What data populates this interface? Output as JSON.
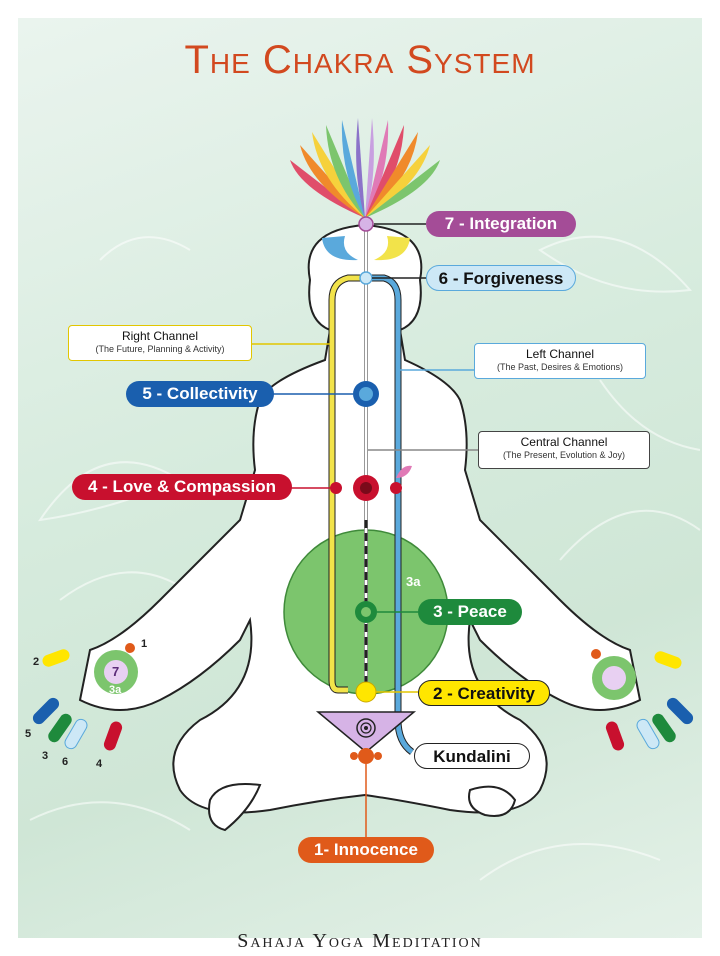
{
  "title": "The Chakra System",
  "footer": "Sahaja Yoga Meditation",
  "chakras": {
    "c7": "7 - Integration",
    "c6": "6 - Forgiveness",
    "c5": "5 - Collectivity",
    "c4": "4 - Love & Compassion",
    "c3": "3 - Peace",
    "c2": "2 - Creativity",
    "kundalini": "Kundalini",
    "c1": "1- Innocence"
  },
  "channels": {
    "right": {
      "name": "Right Channel",
      "desc": "(The Future, Planning & Activity)"
    },
    "left": {
      "name": "Left Channel",
      "desc": "(The Past, Desires & Emotions)"
    },
    "central": {
      "name": "Central Channel",
      "desc": "(The Present, Evolution & Joy)"
    }
  },
  "labels": {
    "void": "3a",
    "hand_center": "7",
    "hand_void": "3a",
    "fingers": [
      "1",
      "2",
      "5",
      "3",
      "6",
      "4"
    ]
  },
  "colors": {
    "title": "#d2491f",
    "c7": "#a44c97",
    "c6": "#cde8f6",
    "c5": "#1a5fae",
    "c4": "#c8102e",
    "c3": "#1e8a3c",
    "c2": "#ffe600",
    "c1": "#e05a1a",
    "right_channel": "#f2e34a",
    "left_channel": "#5aa9dc"
  }
}
